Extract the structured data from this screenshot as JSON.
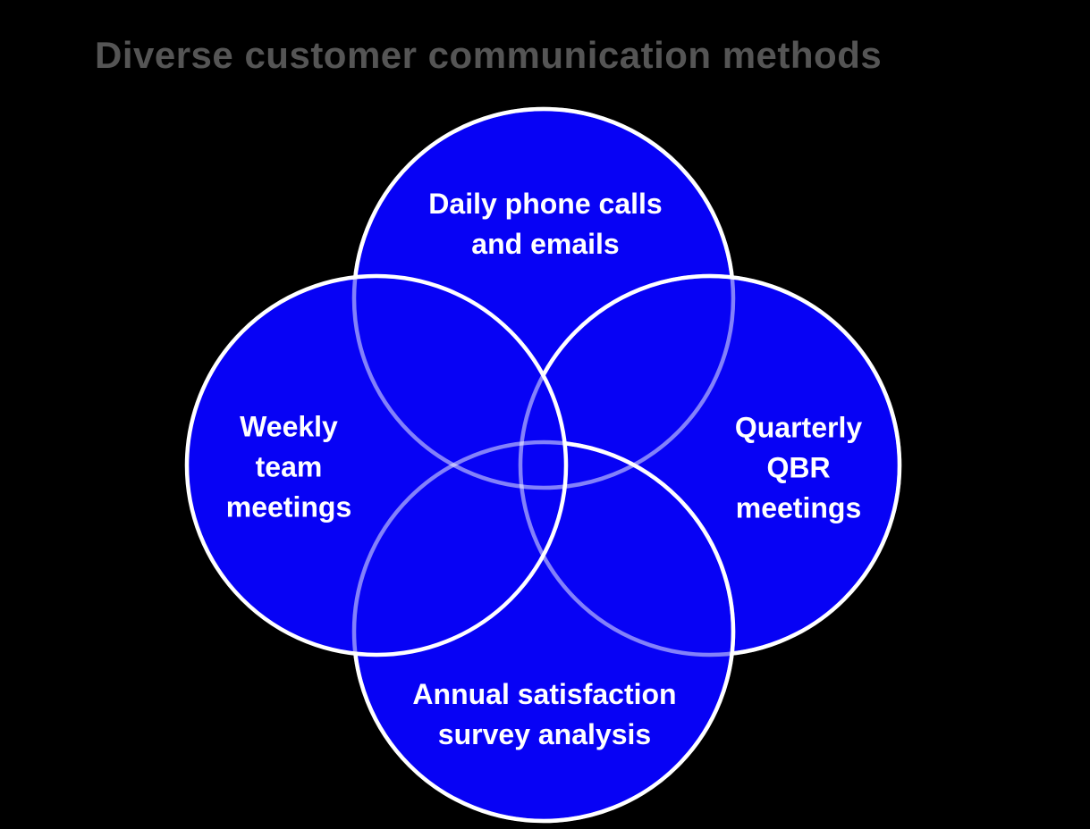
{
  "title": "Diverse customer communication methods",
  "colors": {
    "background": "#000000",
    "title_text": "#555555",
    "circle_fill": "#0702F5",
    "circle_outline": "#FFFFFF",
    "label_text": "#FFFFFF"
  },
  "venn": {
    "type": "venn-diagram",
    "circle_count": 4,
    "circles": [
      {
        "position": "top",
        "lines": [
          "Daily phone calls",
          "and emails"
        ]
      },
      {
        "position": "left",
        "lines": [
          "Weekly",
          "team",
          "meetings"
        ]
      },
      {
        "position": "right",
        "lines": [
          "Quarterly",
          "QBR",
          "meetings"
        ]
      },
      {
        "position": "bottom",
        "lines": [
          "Annual satisfaction",
          "survey analysis"
        ]
      }
    ]
  }
}
